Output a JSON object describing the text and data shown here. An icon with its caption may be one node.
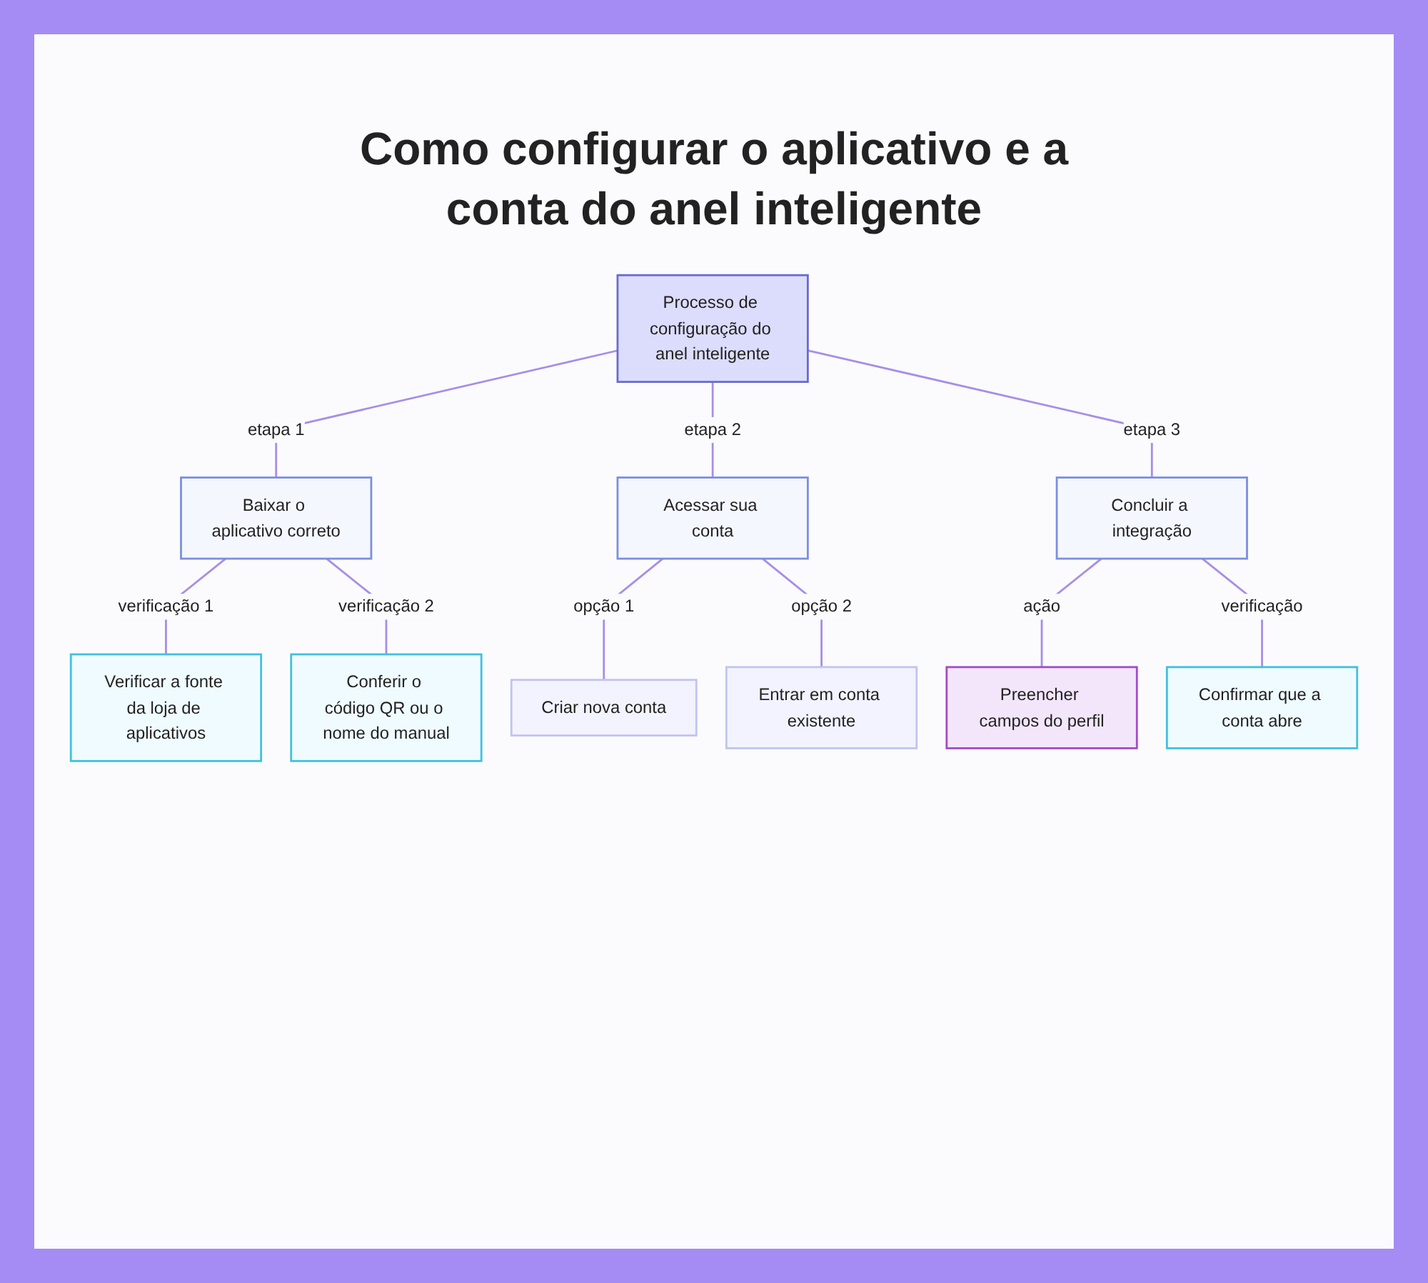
{
  "diagram": {
    "title": "Como configurar o aplicativo e a conta do anel inteligente",
    "nodes": [
      {
        "text": [
          "Processo de configuração do anel inteligente"
        ]
      },
      {
        "text": [
          "Baixar o aplicativo correto"
        ]
      },
      {
        "text": [
          "Acessar sua conta"
        ]
      },
      {
        "text": [
          "Concluir a integração"
        ]
      },
      {
        "text": [
          "Verificar a fonte da loja de aplicativos"
        ]
      },
      {
        "text": [
          "Conferir o código QR ou o nome do manual"
        ]
      },
      {
        "text": [
          "Criar nova conta"
        ]
      },
      {
        "text": [
          "Entrar em conta existente"
        ]
      },
      {
        "text": [
          "Preencher campos do perfil"
        ]
      },
      {
        "text": [
          "Confirmar que a conta abre"
        ]
      }
    ],
    "edges": [
      {
        "from": 0,
        "to": 1,
        "arrow": "none",
        "label": "etapa 1"
      },
      {
        "from": 0,
        "to": 2,
        "arrow": "none",
        "label": "etapa 2"
      },
      {
        "from": 0,
        "to": 3,
        "arrow": "none",
        "label": "etapa 3"
      },
      {
        "from": 1,
        "to": 4,
        "arrow": "none",
        "label": "verificação 1"
      },
      {
        "from": 1,
        "to": 5,
        "arrow": "none",
        "label": "verificação 2"
      },
      {
        "from": 2,
        "to": 6,
        "arrow": "none",
        "label": "opção 1"
      },
      {
        "from": 2,
        "to": 7,
        "arrow": "none",
        "label": "opção 2"
      },
      {
        "from": 3,
        "to": 8,
        "arrow": "none",
        "label": "ação"
      },
      {
        "from": 3,
        "to": 9,
        "arrow": "none",
        "label": "verificação"
      }
    ]
  }
}
